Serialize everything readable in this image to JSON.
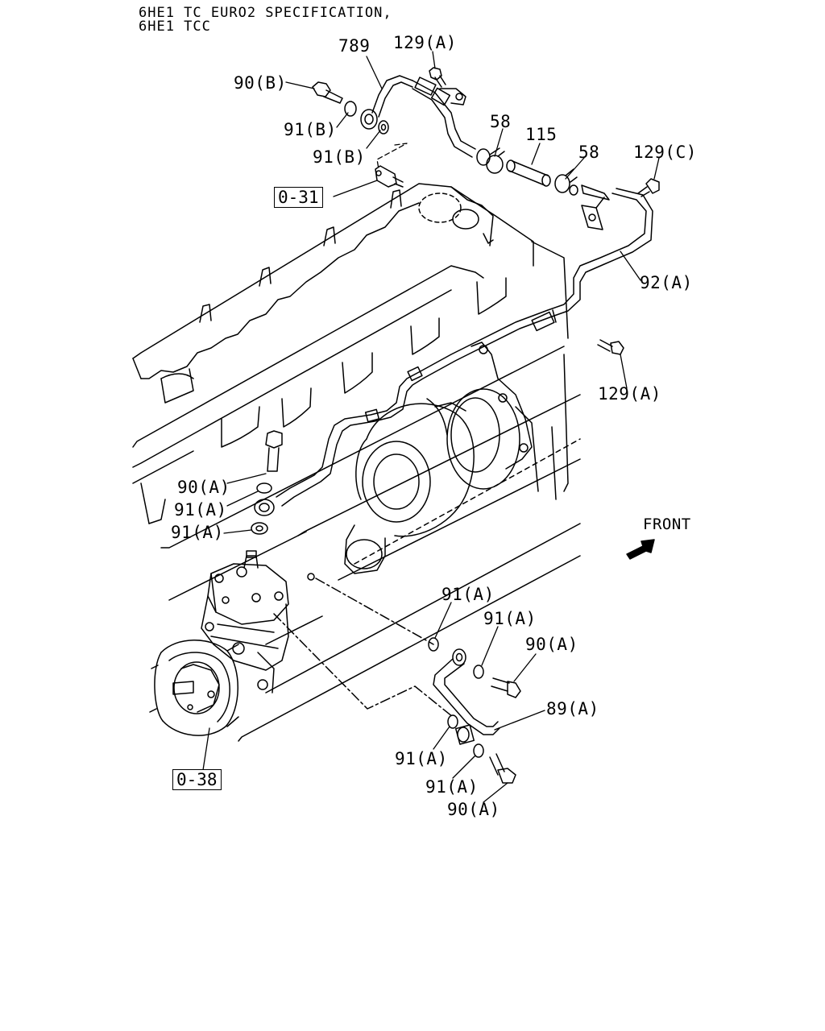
{
  "header": {
    "line1": "6HE1 TC EURO2 SPECIFICATION,",
    "line2": "6HE1 TCC"
  },
  "labels": {
    "p789": "789",
    "p129a_top": "129(A)",
    "p90b": "90(B)",
    "p91b_1": "91(B)",
    "p91b_2": "91(B)",
    "p58_1": "58",
    "p115": "115",
    "p58_2": "58",
    "p129c": "129(C)",
    "p92a": "92(A)",
    "p129a_right": "129(A)",
    "p90a_mid": "90(A)",
    "p91a_mid1": "91(A)",
    "p91a_mid2": "91(A)",
    "front": "FRONT",
    "p91a_low1": "91(A)",
    "p91a_low2": "91(A)",
    "p90a_low1": "90(A)",
    "p89a": "89(A)",
    "p91a_low3": "91(A)",
    "p91a_low4": "91(A)",
    "p90a_low2": "90(A)"
  },
  "refs": {
    "ref_031": "0-31",
    "ref_038": "0-38"
  },
  "icons": [
    "front-arrow-icon"
  ],
  "colors": {
    "ink": "#000000",
    "paper": "#ffffff"
  }
}
